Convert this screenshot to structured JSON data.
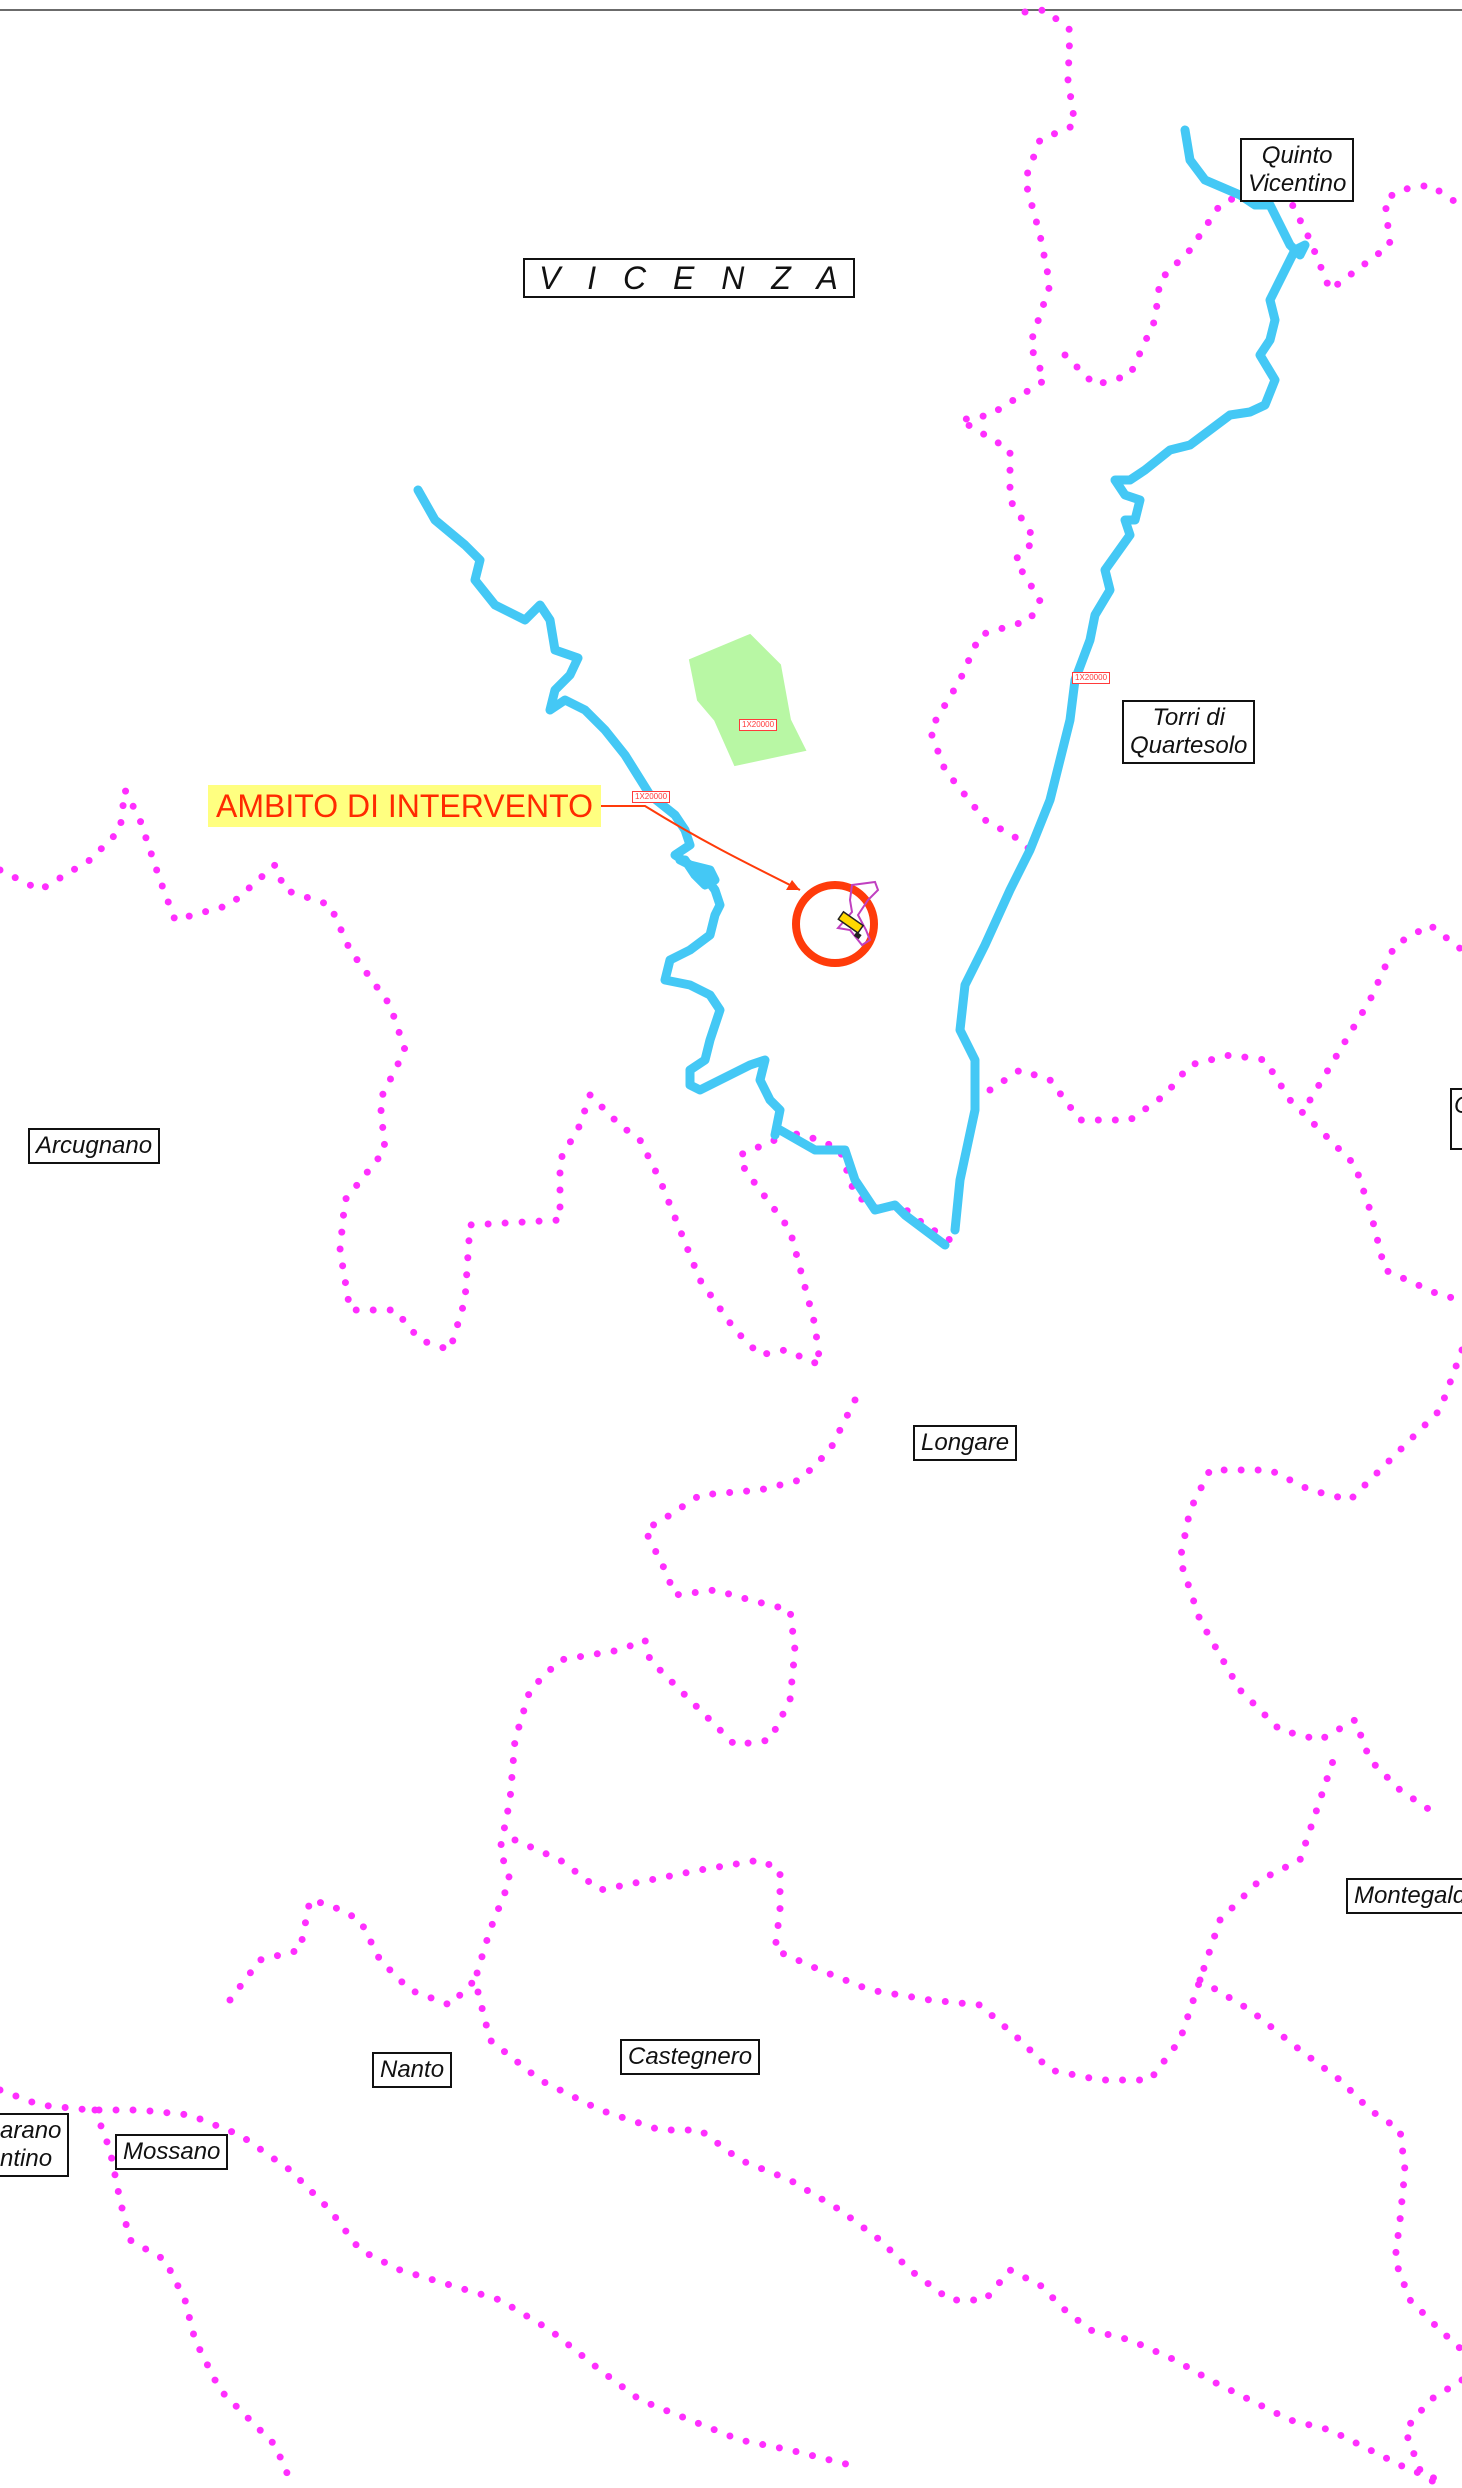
{
  "map": {
    "labels": {
      "vicenza": "V I C E N Z A",
      "quinto": [
        "Quinto",
        "Vicentino"
      ],
      "torri": [
        "Torri di",
        "Quartesolo"
      ],
      "arcugnano": "Arcugnano",
      "longare": "Longare",
      "montegalda": "Montegalda",
      "nanto": "Nanto",
      "castegnero": "Castegnero",
      "mossano": "Mossano",
      "barbarano": [
        "arano",
        "ntino"
      ],
      "east_edge": "C"
    },
    "annotation": {
      "ambito": "AMBITO DI INTERVENTO"
    },
    "route_tags": [
      "1X20000",
      "1X20000",
      "1X20000"
    ],
    "colors": {
      "boundary": "#ff2eff",
      "river": "#44c8f5",
      "green_area": "#b8f7a4",
      "marker_ring": "#ff3b0a",
      "highlight": "#ffff80",
      "annotation_text": "#ff2a00",
      "label_border": "#111111"
    }
  }
}
